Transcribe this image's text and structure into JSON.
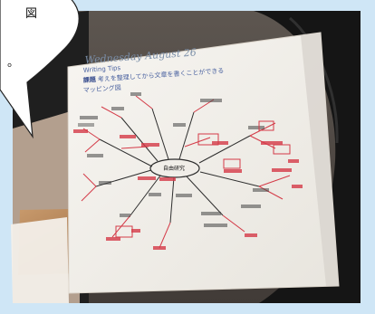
{
  "speech_bubble": {
    "line1": "図",
    "line2": "。"
  },
  "paper": {
    "title": "Wednesday August 26",
    "subtitle": "Writing Tips",
    "task_label": "課題",
    "task_text": "考えを整理してから文章を書くことができる",
    "method_label": "マッピング図",
    "center_label": "自由研究"
  },
  "colors": {
    "background_blue": "#cfe6f6",
    "paper": "#f3f1ec",
    "red_ink": "#d43a47",
    "dark_ink": "#222222",
    "wood": "#b57a4b",
    "chair": "#2a2a2a"
  }
}
